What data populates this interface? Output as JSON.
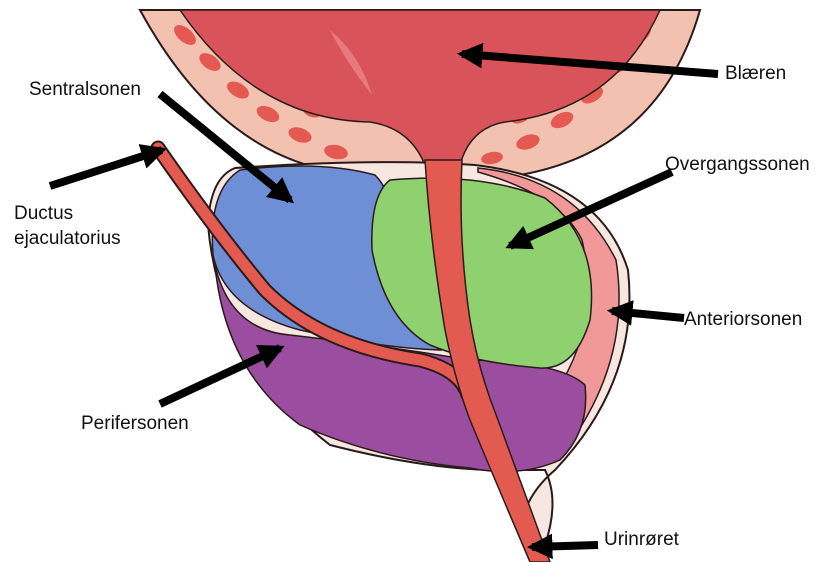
{
  "labels": {
    "blaeren": "Blæren",
    "sentralsonen": "Sentralsonen",
    "ductus_line1": "Ductus",
    "ductus_line2": "ejaculatorius",
    "overgangssonen": "Overgangssonen",
    "anteriorsonen": "Anteriorsonen",
    "perifersonen": "Perifersonen",
    "urinroret": "Urinrøret"
  },
  "colors": {
    "bladder": "#d9545a",
    "bladder_wall": "#f3c1b0",
    "wall_spots": "#e45a52",
    "central_zone": "#6e8ed6",
    "transition_zone": "#8fd16f",
    "peripheral_zone": "#9b4d9f",
    "anterior_zone": "#f19898",
    "capsule": "#f6e7e0",
    "urethra": "#e35b50",
    "ejaculatory_duct": "#e35b50",
    "outline": "#2a1a1a",
    "arrow": "#000000"
  }
}
